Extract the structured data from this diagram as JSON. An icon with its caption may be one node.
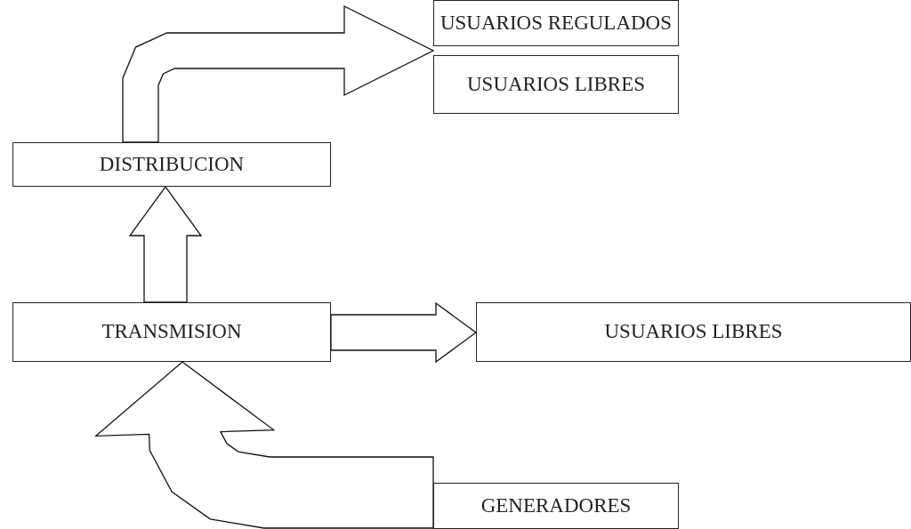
{
  "diagram": {
    "nodes": [
      {
        "text": [
          "USUARIOS REGULADOS"
        ]
      },
      {
        "text": [
          "USUARIOS LIBRES"
        ]
      },
      {
        "text": [
          "DISTRIBUCION"
        ]
      },
      {
        "text": [
          "TRANSMISION"
        ]
      },
      {
        "text": [
          "USUARIOS LIBRES"
        ]
      },
      {
        "text": [
          "GENERADORES"
        ]
      }
    ],
    "edges": [
      {
        "from": 5,
        "to": 3,
        "arrow": "to"
      },
      {
        "from": 3,
        "to": 2,
        "arrow": "to"
      },
      {
        "from": 2,
        "to": 0,
        "arrow": "to"
      },
      {
        "from": 2,
        "to": 1,
        "arrow": "to"
      },
      {
        "from": 3,
        "to": 4,
        "arrow": "to"
      }
    ]
  }
}
